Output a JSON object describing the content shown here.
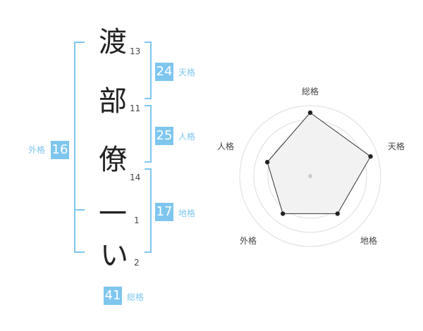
{
  "name": {
    "characters": [
      {
        "char": "渡",
        "strokes": "13"
      },
      {
        "char": "部",
        "strokes": "11"
      },
      {
        "char": "僚",
        "strokes": "14"
      },
      {
        "char": "一",
        "strokes": "1"
      },
      {
        "char": "い",
        "strokes": "2"
      }
    ]
  },
  "fortune": {
    "ten": {
      "value": "24",
      "label": "天格"
    },
    "jin": {
      "value": "25",
      "label": "人格"
    },
    "chi": {
      "value": "17",
      "label": "地格"
    },
    "gai": {
      "value": "16",
      "label": "外格"
    },
    "sou": {
      "value": "41",
      "label": "総格"
    }
  },
  "colors": {
    "accent": "#7fc6ee",
    "text": "#222222",
    "radar_fill": "#f2f2f2",
    "radar_line": "#333333"
  },
  "chart_data": {
    "type": "radar",
    "axes": [
      "総格",
      "天格",
      "地格",
      "外格",
      "人格"
    ],
    "values": [
      4.5,
      4.5,
      3.3,
      3.3,
      3.2
    ],
    "range": [
      0,
      5
    ]
  }
}
